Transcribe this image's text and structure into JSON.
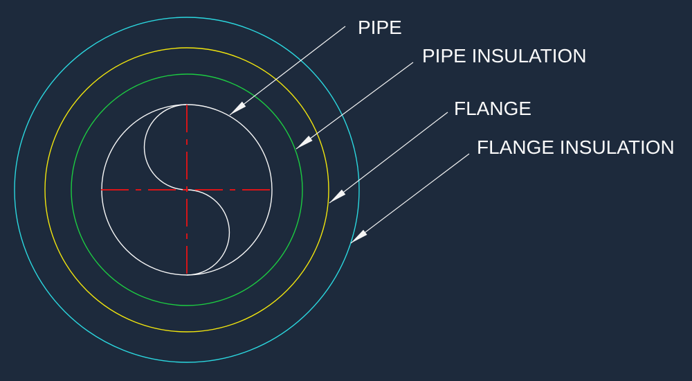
{
  "colors": {
    "background": "#1d2a3c",
    "pipe": "#f8f8f8",
    "pipe_insulation": "#1dcc42",
    "flange": "#f2e60e",
    "flange_insulation": "#2bd8e0",
    "centerline": "#f61212",
    "leader": "#f4f4f4",
    "label_text": "#fbfbfb"
  },
  "labels": {
    "pipe": "PIPE",
    "pipe_insulation": "PIPE INSULATION",
    "flange": "FLANGE",
    "flange_insulation": "FLANGE INSULATION"
  }
}
